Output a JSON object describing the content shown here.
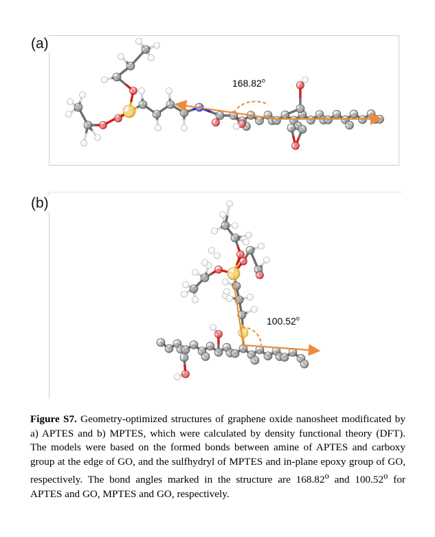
{
  "figure": {
    "panel_a": {
      "label": "(a)",
      "angle_label": "168.82",
      "degree_mark": "o"
    },
    "panel_b": {
      "label": "(b)",
      "angle_label": "100.52",
      "degree_mark": "o"
    }
  },
  "caption": {
    "label": "Figure S7.",
    "text": " Geometry-optimized structures of graphene oxide nanosheet modificated by a) APTES and b) MPTES, which were calculated by density functional theory (DFT). The models were based on the formed bonds between amine of APTES and carboxy group at the edge of GO, and the sulfhydryl of MPTES and in-plane epoxy group of GO, respectively. The bond angles marked in the structure are 168.82",
    "deg1": "o",
    "mid": " and 100.52",
    "deg2": "o",
    "end": " for APTES and GO, MPTES and GO, respectively."
  },
  "colors": {
    "carbon": "#6e6e6e",
    "oxygen": "#d81a1a",
    "hydrogen": "#f2f2f2",
    "silicon": "#e8b21e",
    "sulfur": "#f0c419",
    "nitrogen": "#1d2fd1",
    "angle_arrow": "#ea8c3c"
  }
}
